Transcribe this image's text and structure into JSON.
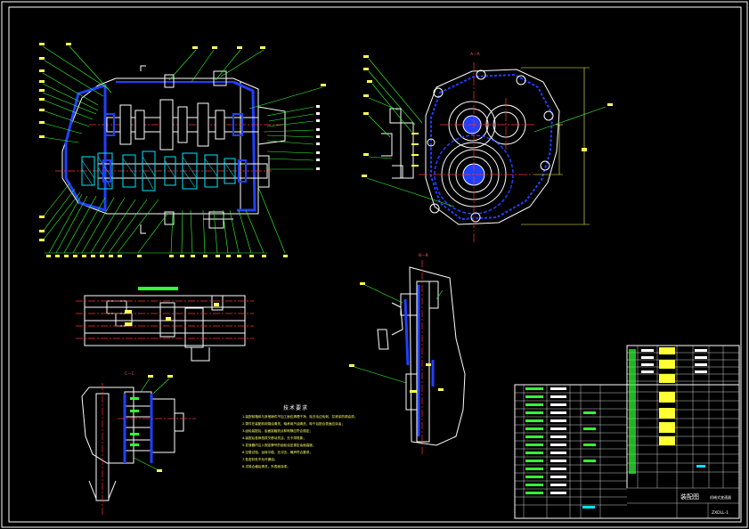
{
  "sheet": {
    "background": "#000000",
    "border_color": "#ffffff",
    "colors": {
      "outline": "#ffffff",
      "hatch": "#2040ff",
      "section": "#00e5ff",
      "leader": "#33ff33",
      "centerline": "#ff3030",
      "dimension": "#ffff55",
      "text": "#ffffff"
    }
  },
  "views": {
    "main_section": "main-section-view",
    "side_view": "side-view",
    "fork_view": "shift-fork-view",
    "detail_c": "detail-c-view",
    "detail_b": "detail-b-view"
  },
  "section_labels": {
    "a": "A—A",
    "b": "B—B",
    "c": "C—C"
  },
  "tech_requirements": {
    "title": "技术要求",
    "lines": [
      "1.装配前箱体与其他铸件不加工面应清理干净，除去毛边毛刺，并浸涂防锈油漆；",
      "2.零件在装配前用煤油清洗，轴承用汽油清洗，晾干后配合表面应涂油；",
      "3.齿轮装配后，齿面接触斑点和侧隙应符合规定；",
      "4.装配后各换档拨叉移动灵活，无卡滞现象；",
      "5.变速器内注入规定牌号的齿轮油至规定油面高度；",
      "6.空载试验，运转平稳，无冲击，噪声符合要求；",
      "7.各密封处不允许漏油；",
      "8.试验合格后清洗，外表面涂漆。"
    ]
  },
  "title_block": {
    "drawing_title": "装配图",
    "product_name": "机械式变速器",
    "drawing_number": "ZXDLL-1"
  }
}
